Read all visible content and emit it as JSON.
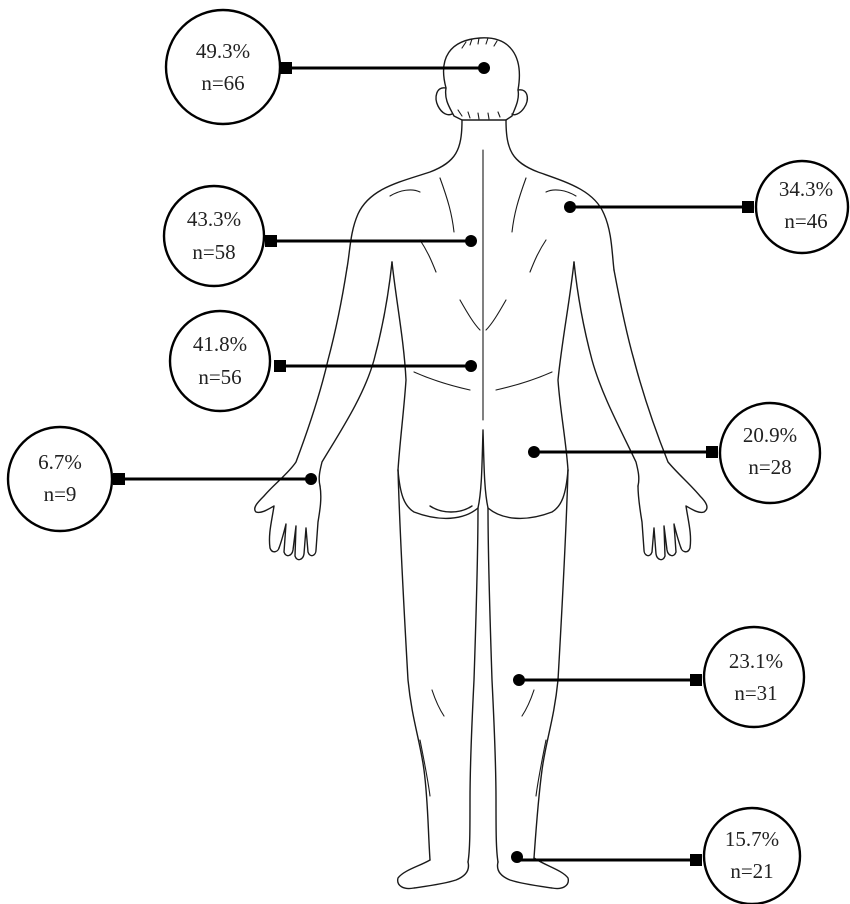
{
  "colors": {
    "line": "#000000",
    "body_outline": "#1a1a1a",
    "background": "#ffffff",
    "text": "#222222"
  },
  "callouts": [
    {
      "id": "head",
      "percent": "49.3%",
      "count": "n=66",
      "side": "left"
    },
    {
      "id": "shoulder",
      "percent": "34.3%",
      "count": "n=46",
      "side": "right"
    },
    {
      "id": "upper-back",
      "percent": "43.3%",
      "count": "n=58",
      "side": "left"
    },
    {
      "id": "lower-back",
      "percent": "41.8%",
      "count": "n=56",
      "side": "left"
    },
    {
      "id": "hip",
      "percent": "20.9%",
      "count": "n=28",
      "side": "right"
    },
    {
      "id": "wrist-hand",
      "percent": "6.7%",
      "count": "n=9",
      "side": "left"
    },
    {
      "id": "knee",
      "percent": "23.1%",
      "count": "n=31",
      "side": "right"
    },
    {
      "id": "ankle-foot",
      "percent": "15.7%",
      "count": "n=21",
      "side": "right"
    }
  ]
}
